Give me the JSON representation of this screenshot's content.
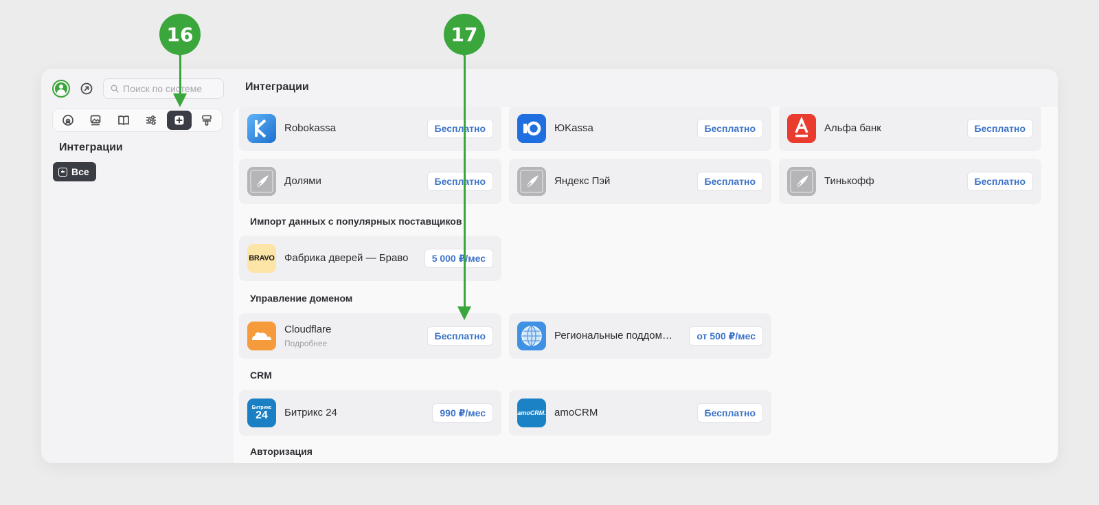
{
  "sidebar": {
    "search_placeholder": "Поиск по системе",
    "title": "Интеграции",
    "filter_all": "Все",
    "tabs": [
      "speed-icon",
      "gallery-icon",
      "book-icon",
      "sliders-icon",
      "plus-square-icon",
      "paint-roller-icon"
    ],
    "active_tab": "plus-square-icon"
  },
  "main": {
    "title": "Интеграции",
    "cards_payment": [
      {
        "name": "Robokassa",
        "price": "Бесплатно"
      },
      {
        "name": "ЮKassa",
        "price": "Бесплатно"
      },
      {
        "name": "Альфа банк",
        "price": "Бесплатно"
      },
      {
        "name": "Долями",
        "price": "Бесплатно"
      },
      {
        "name": "Яндекс Пэй",
        "price": "Бесплатно"
      },
      {
        "name": "Тинькофф",
        "price": "Бесплатно"
      }
    ],
    "sections": {
      "import": "Импорт данных с популярных поставщиков",
      "domain": "Управление доменом",
      "crm": "CRM",
      "auth": "Авторизация"
    },
    "cards_import": [
      {
        "name": "Фабрика дверей — Браво",
        "price": "5 000 ₽/мес",
        "logo_text": "BRAVO"
      }
    ],
    "cards_domain": [
      {
        "name": "Cloudflare",
        "sub": "Подробнее",
        "price": "Бесплатно"
      },
      {
        "name": "Региональные поддомены",
        "price": "от 500 ₽/мес"
      }
    ],
    "cards_crm": [
      {
        "name": "Битрикс 24",
        "price": "990 ₽/мес",
        "logo_text_top": "Битрикс",
        "logo_text_bottom": "24"
      },
      {
        "name": "amoCRM",
        "price": "Бесплатно",
        "logo_text": "amoCRM."
      }
    ]
  },
  "annotations": {
    "marker_16": "16",
    "marker_17": "17"
  },
  "colors": {
    "accent_green": "#3aa63b",
    "price_blue": "#3c73c9",
    "active_tab": "#3a3d44"
  }
}
